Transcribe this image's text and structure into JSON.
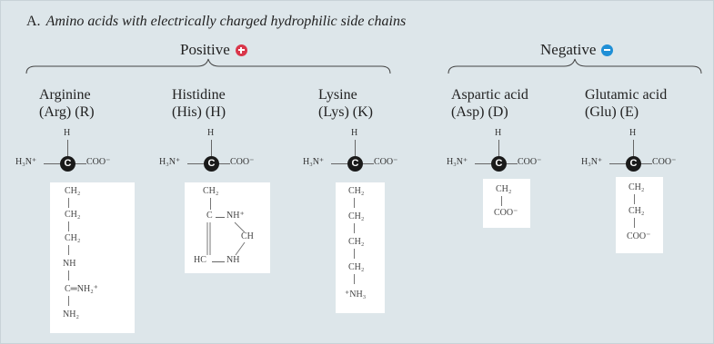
{
  "title": {
    "letter": "A.",
    "text": "Amino acids with electrically charged hydrophilic side chains"
  },
  "groups": {
    "positive": {
      "label": "Positive"
    },
    "negative": {
      "label": "Negative"
    }
  },
  "backbone": {
    "h": "H",
    "amino": "H₃N⁺",
    "carbon": "C",
    "carboxyl": "COO⁻"
  },
  "amino_acids": [
    {
      "name": "Arginine",
      "abbrev": "(Arg) (R)",
      "chain": [
        "CH₂",
        "CH₂",
        "CH₂",
        "NH",
        "C═NH₂⁺",
        "NH₂"
      ]
    },
    {
      "name": "Histidine",
      "abbrev": "(His) (H)",
      "ring": {
        "top": "CH₂",
        "c": "C",
        "nh_top": "NH⁺",
        "ch": "CH",
        "hc": "HC",
        "nh_bottom": "NH"
      }
    },
    {
      "name": "Lysine",
      "abbrev": "(Lys) (K)",
      "chain": [
        "CH₂",
        "CH₂",
        "CH₂",
        "CH₂",
        "⁺NH₃"
      ]
    },
    {
      "name": "Aspartic acid",
      "abbrev": "(Asp) (D)",
      "chain": [
        "CH₂",
        "COO⁻"
      ]
    },
    {
      "name": "Glutamic acid",
      "abbrev": "(Glu) (E)",
      "chain": [
        "CH₂",
        "CH₂",
        "COO⁻"
      ]
    }
  ]
}
